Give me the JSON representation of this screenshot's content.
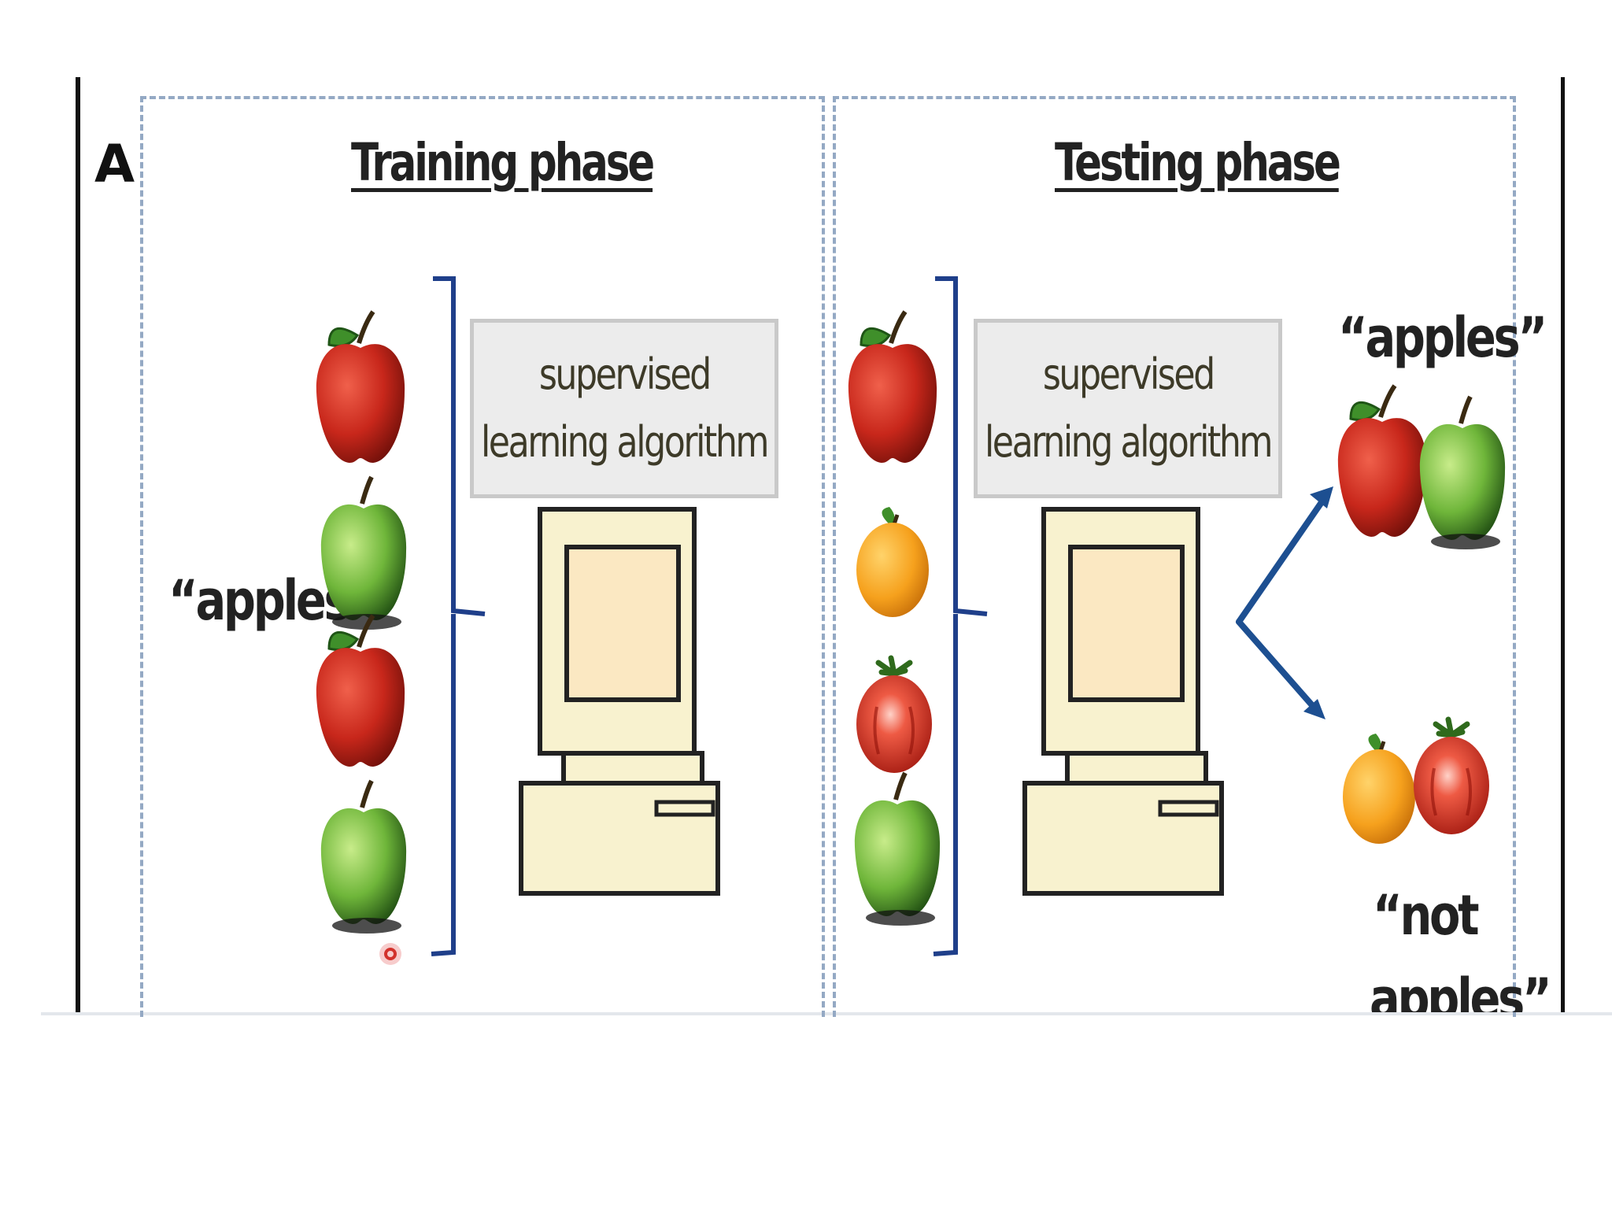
{
  "panel": {
    "letter": "A"
  },
  "training": {
    "title": "Training phase",
    "input_label": "“apples”",
    "algorithm_line1": "supervised",
    "algorithm_line2": "learning algorithm",
    "inputs": [
      "red-apple",
      "green-apple",
      "red-apple",
      "green-apple"
    ]
  },
  "testing": {
    "title": "Testing phase",
    "algorithm_line1": "supervised",
    "algorithm_line2": "learning algorithm",
    "inputs": [
      "red-apple",
      "orange",
      "tomato",
      "green-apple"
    ],
    "output_positive_label": "“apples”",
    "output_negative_line1": "“not",
    "output_negative_line2": "apples”"
  },
  "colors": {
    "frame": "#111111",
    "dashed_border": "#94a9c4",
    "bracket": "#1f3f8a",
    "arrow": "#1d4f91",
    "computer_fill": "#f8f2cf",
    "algo_box_fill": "#ececec",
    "red_apple": "#c8271b",
    "green_apple": "#6fb63a",
    "orange": "#f6a11d",
    "tomato": "#d92d1f"
  }
}
